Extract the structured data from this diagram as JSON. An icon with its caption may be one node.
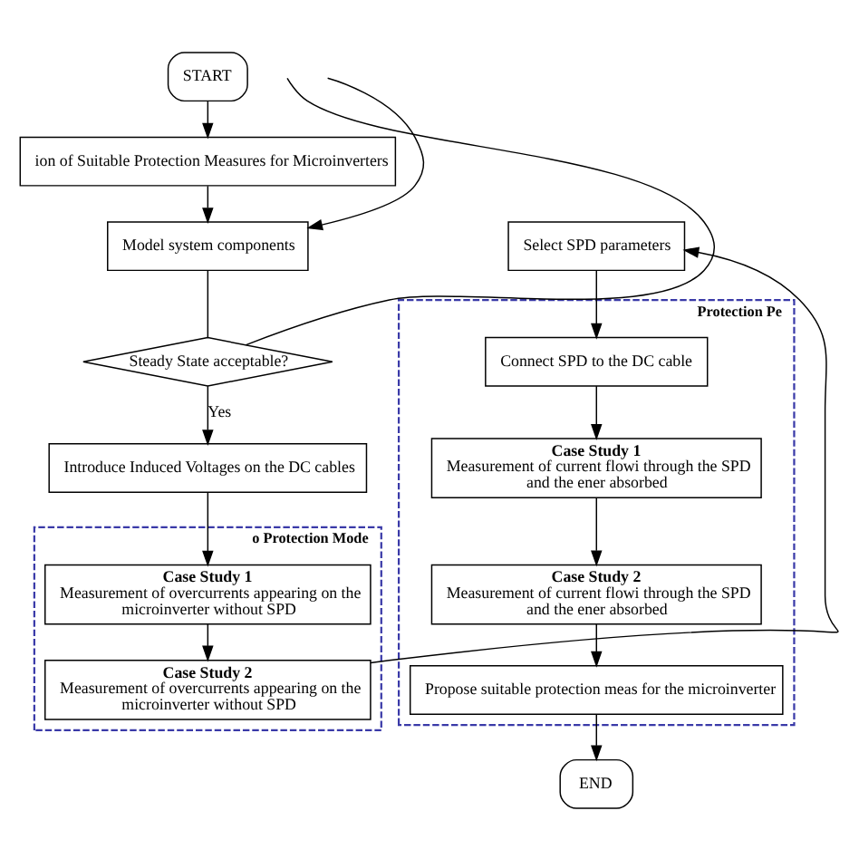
{
  "diagram": {
    "nodes": [
      {
        "text": [
          "START"
        ]
      },
      {
        "text": [
          "ion of Suitable Protection Measures for Microinverters"
        ]
      },
      {
        "text": [
          "Model system components"
        ]
      },
      {
        "text": [
          "Select SPD parameters"
        ]
      },
      {
        "text": [
          "Steady State acceptable?"
        ]
      },
      {
        "text": [
          "Introduce Induced Voltages on the DC cables"
        ]
      },
      {
        "text": [
          "o Protection Mode"
        ]
      },
      {
        "text": [
          "Case Study 1",
          "Measurement of overcurrents appearing on the microinverter without SPD"
        ],
        "in": 6
      },
      {
        "text": [
          "Case Study 2",
          "Measurement of overcurrents appearing on the microinverter without SPD"
        ],
        "in": 6
      },
      {
        "text": [
          "Protection Pe"
        ]
      },
      {
        "text": [
          "Connect SPD to the DC cable"
        ],
        "in": 9
      },
      {
        "text": [
          "Case Study 1",
          "Measurement of current flowi through the SPD and the ener absorbed"
        ],
        "in": 9
      },
      {
        "text": [
          "Case Study 2",
          "Measurement of current flowi through the SPD and the ener absorbed"
        ],
        "in": 9
      },
      {
        "text": [
          "Propose suitable protection meas for the microinverter"
        ],
        "in": 9
      },
      {
        "text": [
          "END"
        ]
      }
    ],
    "edges": [
      {
        "from": 0,
        "to": 1,
        "arrow": "to"
      },
      {
        "from": 1,
        "to": 2,
        "arrow": "to"
      },
      {
        "from": 2,
        "to": 4,
        "arrow": "none"
      },
      {
        "from": 4,
        "to": null,
        "arrow": "none"
      },
      {
        "from": null,
        "to": 2,
        "arrow": "to"
      },
      {
        "from": 4,
        "to": 5,
        "arrow": "to",
        "label": "Yes"
      },
      {
        "from": 5,
        "to": 7,
        "arrow": "to"
      },
      {
        "from": 7,
        "to": 8,
        "arrow": "to"
      },
      {
        "from": 8,
        "to": 3,
        "arrow": "to"
      },
      {
        "from": 3,
        "to": 10,
        "arrow": "to"
      },
      {
        "from": 10,
        "to": 11,
        "arrow": "to"
      },
      {
        "from": 11,
        "to": 12,
        "arrow": "to"
      },
      {
        "from": 12,
        "to": 13,
        "arrow": "to"
      },
      {
        "from": 13,
        "to": 14,
        "arrow": "to"
      }
    ]
  }
}
